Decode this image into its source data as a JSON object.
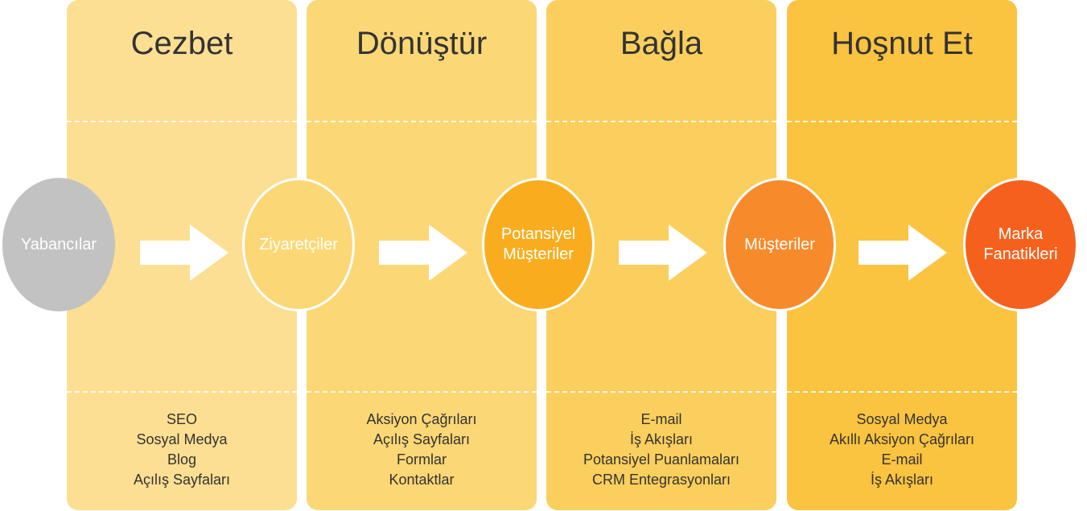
{
  "columns": [
    {
      "title": "Cezbet",
      "color": "#fcdf92",
      "items": [
        "SEO",
        "Sosyal Medya",
        "Blog",
        "Açılış Sayfaları"
      ]
    },
    {
      "title": "Dönüştür",
      "color": "#fbd776",
      "items": [
        "Aksiyon Çağrıları",
        "Açılış Sayfaları",
        "Formlar",
        "Kontaktlar"
      ]
    },
    {
      "title": "Bağla",
      "color": "#fbcf5d",
      "items": [
        "E-mail",
        "İş Akışları",
        "Potansiyel Puanlamaları",
        "CRM Entegrasyonları"
      ]
    },
    {
      "title": "Hoşnut Et",
      "color": "#fac340",
      "items": [
        "Sosyal Medya",
        "Akıllı Aksiyon Çağrıları",
        "E-mail",
        "İş Akışları"
      ]
    }
  ],
  "stages": [
    {
      "label": "Yabancılar",
      "color": "#c2c2c2",
      "border": "#c2c2c2"
    },
    {
      "label": "Ziyaretçiler",
      "color": "#fbd776",
      "border": "#ffffff"
    },
    {
      "label": "Potansiyel\nMüşteriler",
      "color": "#f9ad1e",
      "border": "#ffffff"
    },
    {
      "label": "Müşteriler",
      "color": "#f78a2b",
      "border": "#ffffff"
    },
    {
      "label": "Marka\nFanatikleri",
      "color": "#f5611d",
      "border": "#ffffff"
    }
  ],
  "arrow_color": "#ffffff"
}
